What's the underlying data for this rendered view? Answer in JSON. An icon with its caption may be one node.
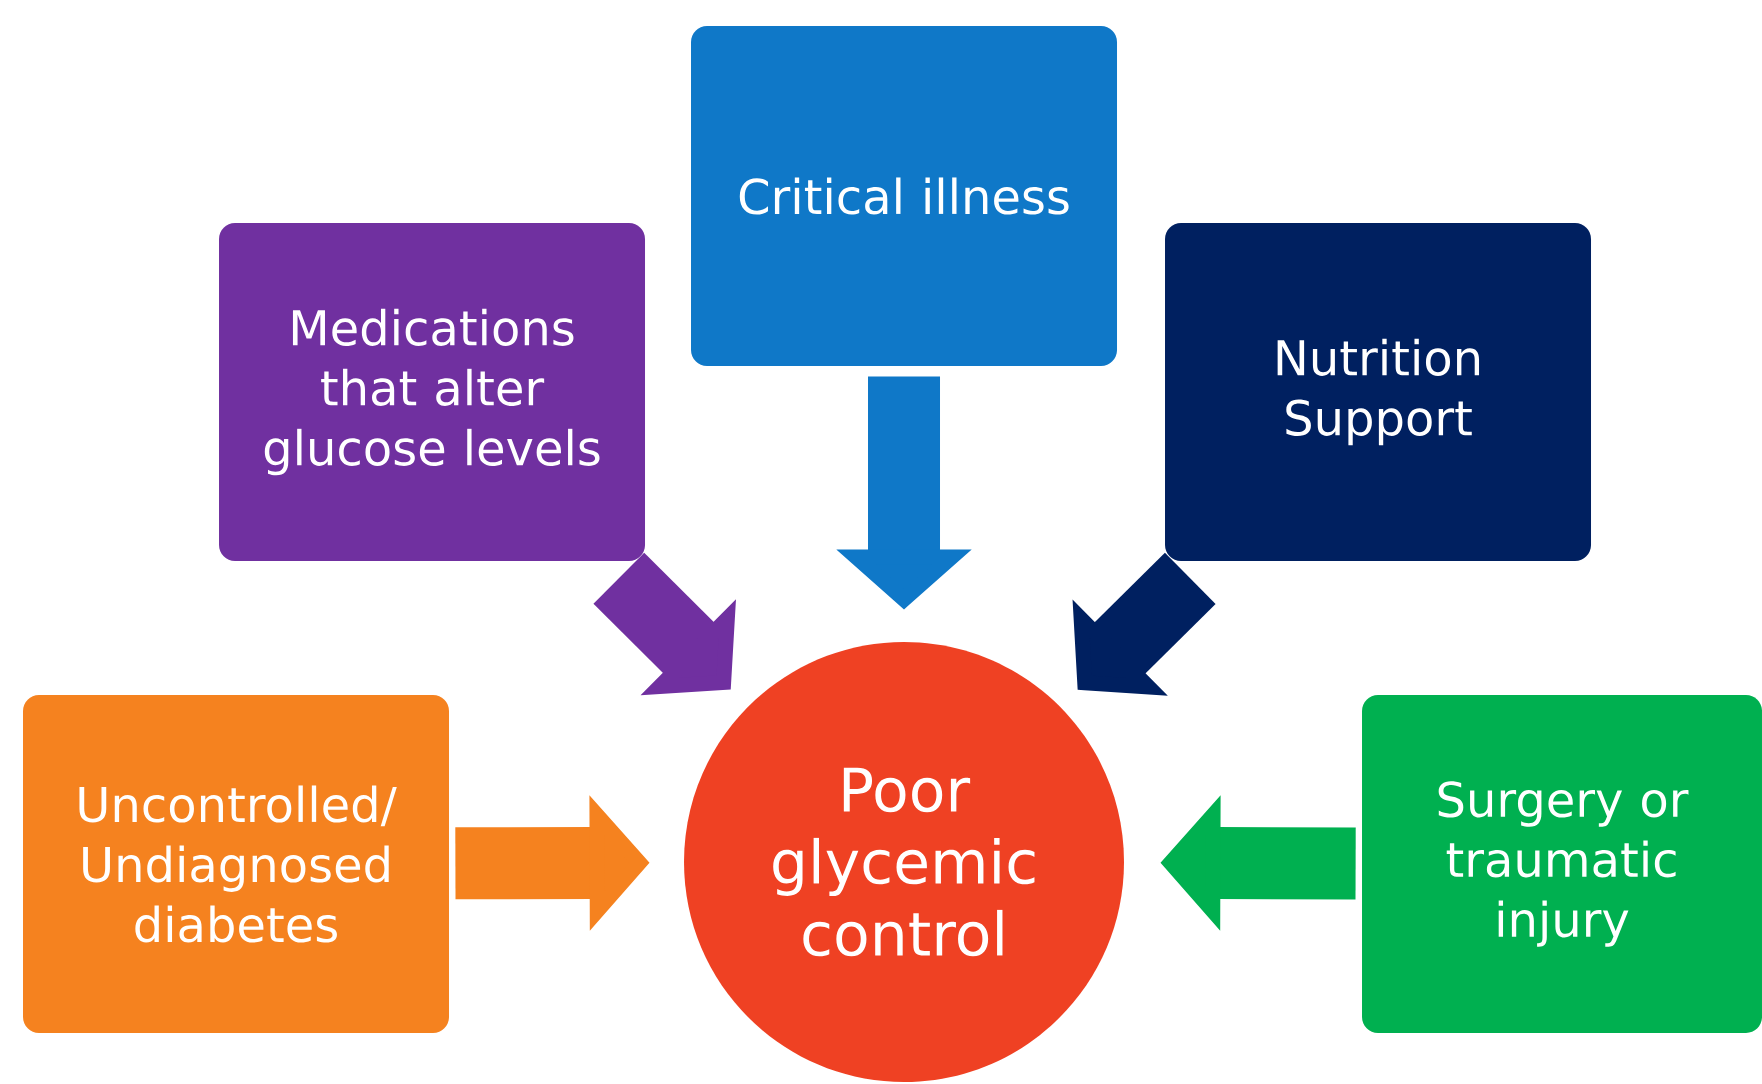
{
  "diagram": {
    "nodes": [
      {
        "text": [
          "Critical illness"
        ]
      },
      {
        "text": [
          "Medications that alter glucose levels"
        ]
      },
      {
        "text": [
          "Nutrition Support"
        ]
      },
      {
        "text": [
          "Uncontrolled/ Undiagnosed diabetes"
        ]
      },
      {
        "text": [
          "Poor glycemic control"
        ]
      },
      {
        "text": [
          "Surgery or traumatic injury"
        ]
      }
    ],
    "edges": [
      {
        "from": 0,
        "to": 4,
        "arrow": "to",
        "color": "#0f78c8"
      },
      {
        "from": 1,
        "to": 4,
        "arrow": "to",
        "color": "#7030a0"
      },
      {
        "from": 2,
        "to": 4,
        "arrow": "to",
        "color": "#002060"
      },
      {
        "from": 3,
        "to": 4,
        "arrow": "to",
        "color": "#f5821f"
      },
      {
        "from": 5,
        "to": 4,
        "arrow": "to",
        "color": "#00b050"
      }
    ]
  }
}
